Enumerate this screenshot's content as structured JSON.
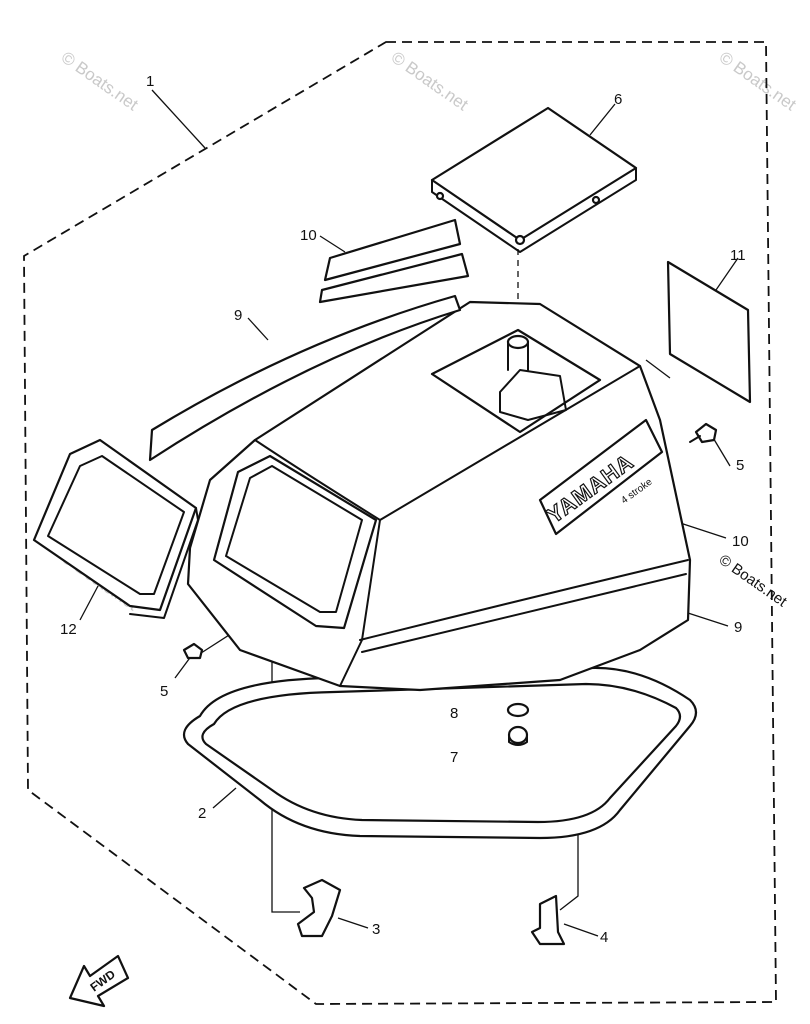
{
  "watermark": "© Boats.net",
  "callouts": {
    "c1": "1",
    "c2": "2",
    "c3": "3",
    "c4": "4",
    "c5_right": "5",
    "c5_left": "5",
    "c6": "6",
    "c7": "7",
    "c8": "8",
    "c9_top": "9",
    "c9_right": "9",
    "c10_top": "10",
    "c10_right": "10",
    "c11": "11",
    "c12": "12"
  },
  "decal_text": "YAMAHA",
  "hp_text": "4 stroke",
  "fwd_label": "FWD"
}
